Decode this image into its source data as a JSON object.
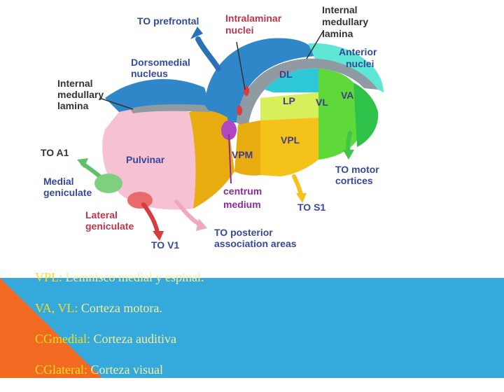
{
  "diagram": {
    "labels": {
      "to_prefrontal": "TO prefrontal",
      "intralaminar_1": "Intralaminar",
      "intralaminar_2": "nuclei",
      "internal_top_1": "Internal",
      "internal_top_2": "medullary",
      "internal_top_3": "lamina",
      "anterior_1": "Anterior",
      "anterior_2": "nuclei",
      "dorsomedial_1": "Dorsomedial",
      "dorsomedial_2": "nucleus",
      "internal_left_1": "Internal",
      "internal_left_2": "medullary",
      "internal_left_3": "lamina",
      "dl": "DL",
      "lp": "LP",
      "vl": "VL",
      "va": "VA",
      "vpl": "VPL",
      "vpm": "VPM",
      "pulvinar": "Pulvinar",
      "to_a1": "TO A1",
      "medial_geniculate_1": "Medial",
      "medial_geniculate_2": "geniculate",
      "lateral_geniculate_1": "Lateral",
      "lateral_geniculate_2": "geniculate",
      "centrum_1": "centrum",
      "centrum_2": "medium",
      "to_s1": "TO S1",
      "to_motor_1": "TO motor",
      "to_motor_2": "cortices",
      "to_posterior_1": "TO posterior",
      "to_posterior_2": "association areas",
      "to_v1": "TO V1"
    }
  },
  "notes": [
    {
      "key": "VPL:",
      "value": " Lemnisco medial y espinal."
    },
    {
      "key": "VA, VL:",
      "value": " Corteza motora."
    },
    {
      "key": "CGmedial:",
      "value": " Corteza auditiva"
    },
    {
      "key": "CGlateral:",
      "value": " Corteza visual"
    }
  ],
  "colors": {
    "background_blue": "#36a9dc",
    "background_orange": "#f26a21",
    "pulvinar": "#f7c1d4",
    "dorsomedial": "#2f86c8",
    "lamina_gray": "#8f9aa3",
    "anterior": "#5fe6d4",
    "vl": "#5fd83a",
    "va": "#2fc24a",
    "vpl": "#f5c21a",
    "vpm": "#e8ab10",
    "arrow_green": "#3fc64a",
    "arrow_pink": "#f0a8c0",
    "arrow_red": "#d93c3c",
    "arrow_blue": "#2a72b8",
    "note_key": "#f0e020",
    "note_value": "#f2ef9a"
  }
}
